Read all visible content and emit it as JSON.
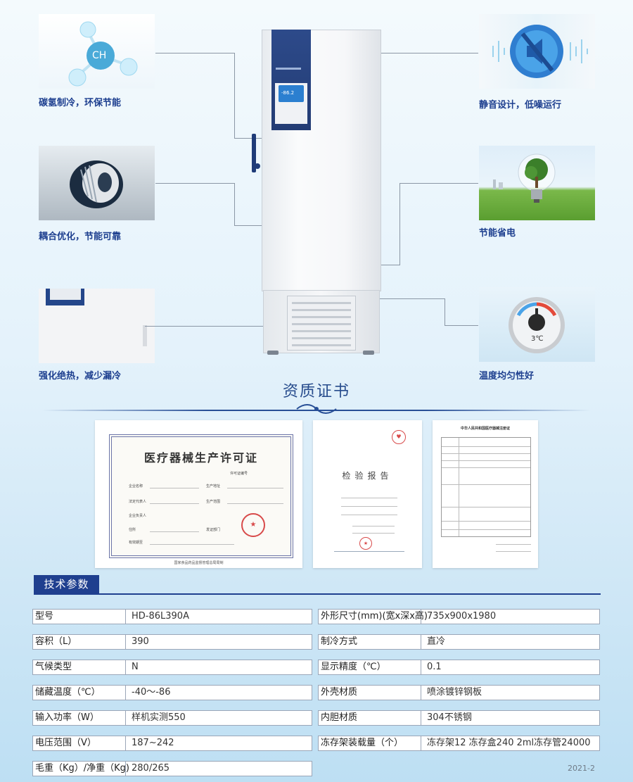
{
  "features": {
    "hc_refrigeration": {
      "caption": "碳氢制冷，环保节能",
      "bubble_text": "CH"
    },
    "coupling": {
      "caption": "耦合优化，节能可靠"
    },
    "insulation": {
      "caption": "强化绝热，减少漏冷"
    },
    "silent": {
      "caption": "静音设计，低噪运行"
    },
    "energy": {
      "caption": "节能省电"
    },
    "temperature": {
      "caption": "温度均匀性好",
      "dial_text": "3℃"
    }
  },
  "freezer": {
    "display_reading": "-86.2"
  },
  "certificates": {
    "section_title": "资质证书",
    "license": {
      "title": "医疗器械生产许可证",
      "fields": [
        "许可证编号",
        "企业名称",
        "法定代表人",
        "企业负责人",
        "住所",
        "生产地址",
        "生产范围",
        "发证部门",
        "有效期至"
      ],
      "footer": "国家食品药品监督管理总局局制"
    },
    "inspection": {
      "title": "检验报告"
    },
    "registration": {
      "title": "中华人民共和国医疗器械注册证"
    }
  },
  "specs": {
    "heading": "技术参数",
    "rows": [
      {
        "left_label": "型号",
        "left_value": "HD-86L390A",
        "right_label": "外形尺寸(mm)(宽x深x高)",
        "right_value": "735x900x1980"
      },
      {
        "left_label": "容积（L）",
        "left_value": "390",
        "right_label": "制冷方式",
        "right_value": "直冷"
      },
      {
        "left_label": "气候类型",
        "left_value": "N",
        "right_label": "显示精度（℃）",
        "right_value": "0.1"
      },
      {
        "left_label": "储藏温度（℃）",
        "left_value": "-40～-86",
        "right_label": "外壳材质",
        "right_value": "喷涂镀锌钢板"
      },
      {
        "left_label": "输入功率（W）",
        "left_value": "样机实测550",
        "right_label": "内胆材质",
        "right_value": "304不锈钢"
      },
      {
        "left_label": "电压范围（V）",
        "left_value": "187~242",
        "right_label": "冻存架装载量（个）",
        "right_value": "冻存架12    冻存盒240    2ml冻存管24000"
      },
      {
        "left_label": "毛重（Kg）/净重（Kg)",
        "left_value": "280/265"
      }
    ]
  },
  "footer": {
    "code": "2021-2"
  }
}
